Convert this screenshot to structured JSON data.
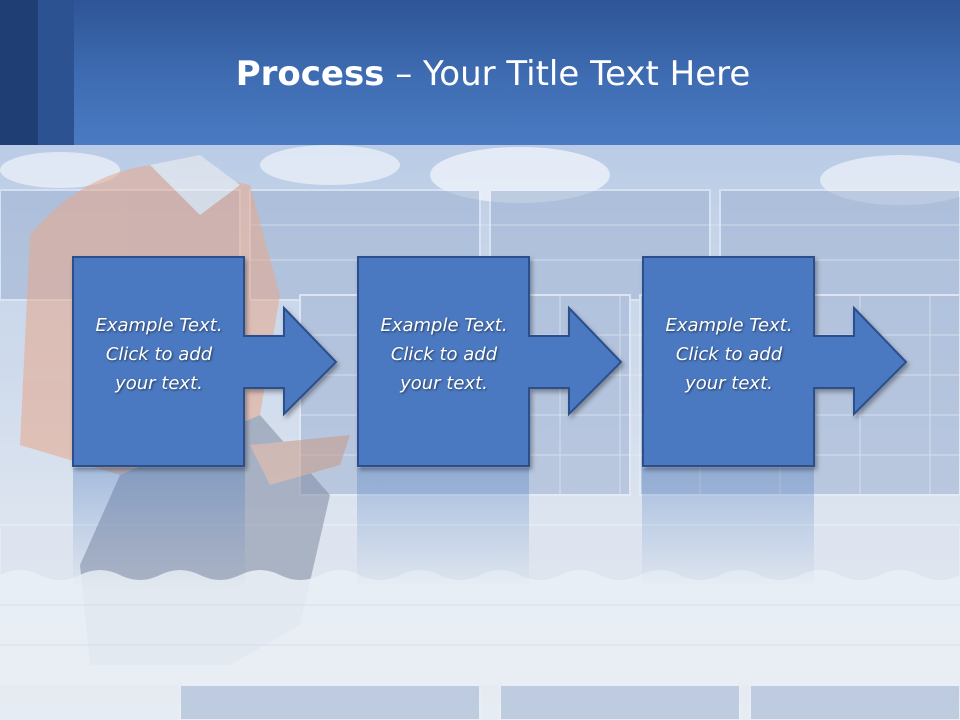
{
  "title": {
    "bold": "Process",
    "rest": " – Your Title Text Here"
  },
  "steps": [
    {
      "text": "Example Text.\nClick  to add\nyour text."
    },
    {
      "text": "Example Text.\nClick  to add\nyour text."
    },
    {
      "text": "Example Text.\nClick  to add\nyour text."
    }
  ],
  "colors": {
    "title_band": "#3f6db3",
    "box_fill": "#4b79c1",
    "box_border": "#2b4f8c",
    "text": "#ffffff"
  }
}
